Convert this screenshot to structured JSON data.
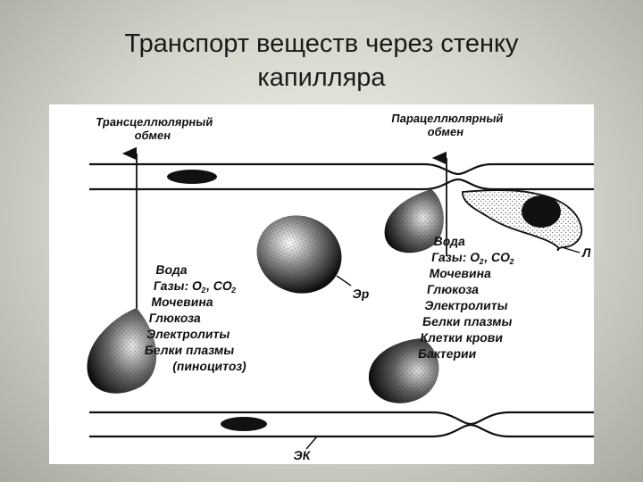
{
  "title": {
    "line1": "Транспорт веществ через стенку",
    "line2": "капилляра"
  },
  "diagram": {
    "left_header": {
      "line1": "Трансцеллюлярный",
      "line2": "обмен"
    },
    "right_header": {
      "line1": "Парацеллюлярный",
      "line2": "обмен"
    },
    "left_list": {
      "water": "Вода",
      "gases_prefix": "Газы:  O",
      "gases_sub1": "2",
      "gases_mid": ", CO",
      "gases_sub2": "2",
      "urea": "Мочевина",
      "glucose": "Глюкоза",
      "electrolytes": "Электролиты",
      "plasma_proteins": "Белки плазмы",
      "pinocytosis": "(пиноцитоз)"
    },
    "right_list": {
      "water": "Вода",
      "gases_prefix": "Газы:  O",
      "gases_sub1": "2",
      "gases_mid": ", CO",
      "gases_sub2": "2",
      "urea": "Мочевина",
      "glucose": "Глюкоза",
      "electrolytes": "Электролиты",
      "plasma_proteins": "Белки плазмы",
      "blood_cells": "Клетки крови",
      "bacteria": "Бактерии"
    },
    "erythrocyte_label": "Эр",
    "leukocyte_label": "Л",
    "endothelium_label": "ЭК"
  }
}
